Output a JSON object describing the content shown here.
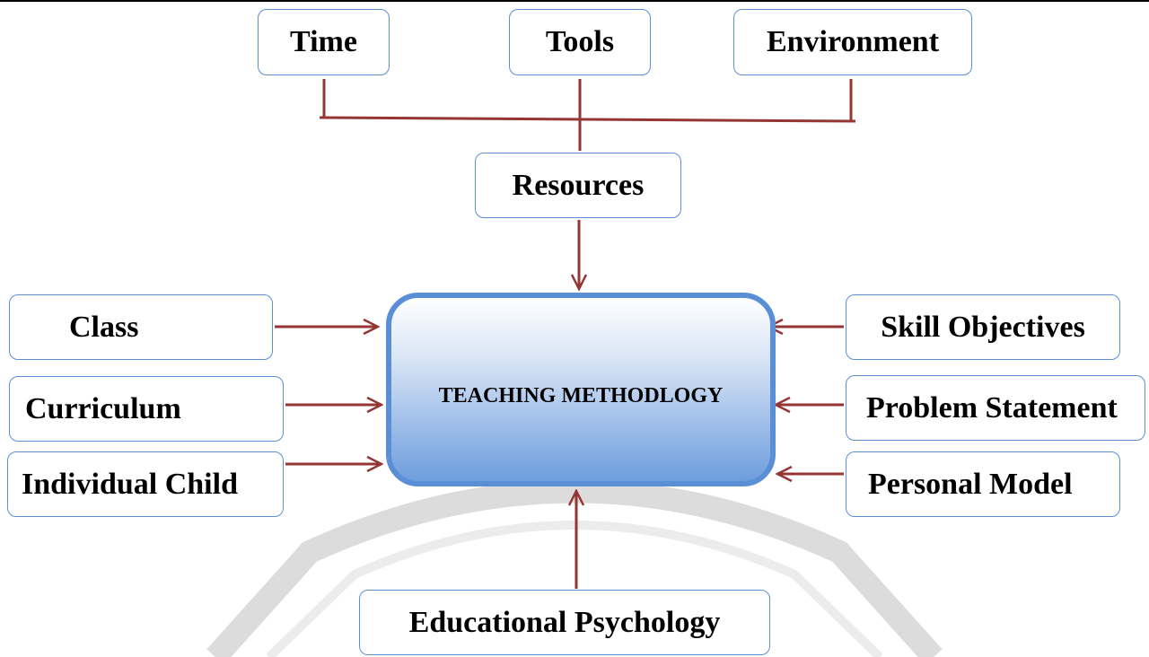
{
  "diagram": {
    "center": {
      "label": "TEACHING METHODLOGY"
    },
    "top_boxes": [
      {
        "label": "Time"
      },
      {
        "label": "Tools"
      },
      {
        "label": "Environment"
      }
    ],
    "resources": {
      "label": "Resources"
    },
    "left_boxes": [
      {
        "label": "Class"
      },
      {
        "label": "Curriculum"
      },
      {
        "label": "Individual Child"
      }
    ],
    "right_boxes": [
      {
        "label": "Skill Objectives"
      },
      {
        "label": "Problem Statement"
      },
      {
        "label": "Personal Model"
      }
    ],
    "bottom_box": {
      "label": "Educational Psychology"
    },
    "colors": {
      "box_border": "#5b8fd4",
      "center_border": "#5a8fd6",
      "connector": "#943634",
      "watermark": "#d9d9d9"
    }
  }
}
